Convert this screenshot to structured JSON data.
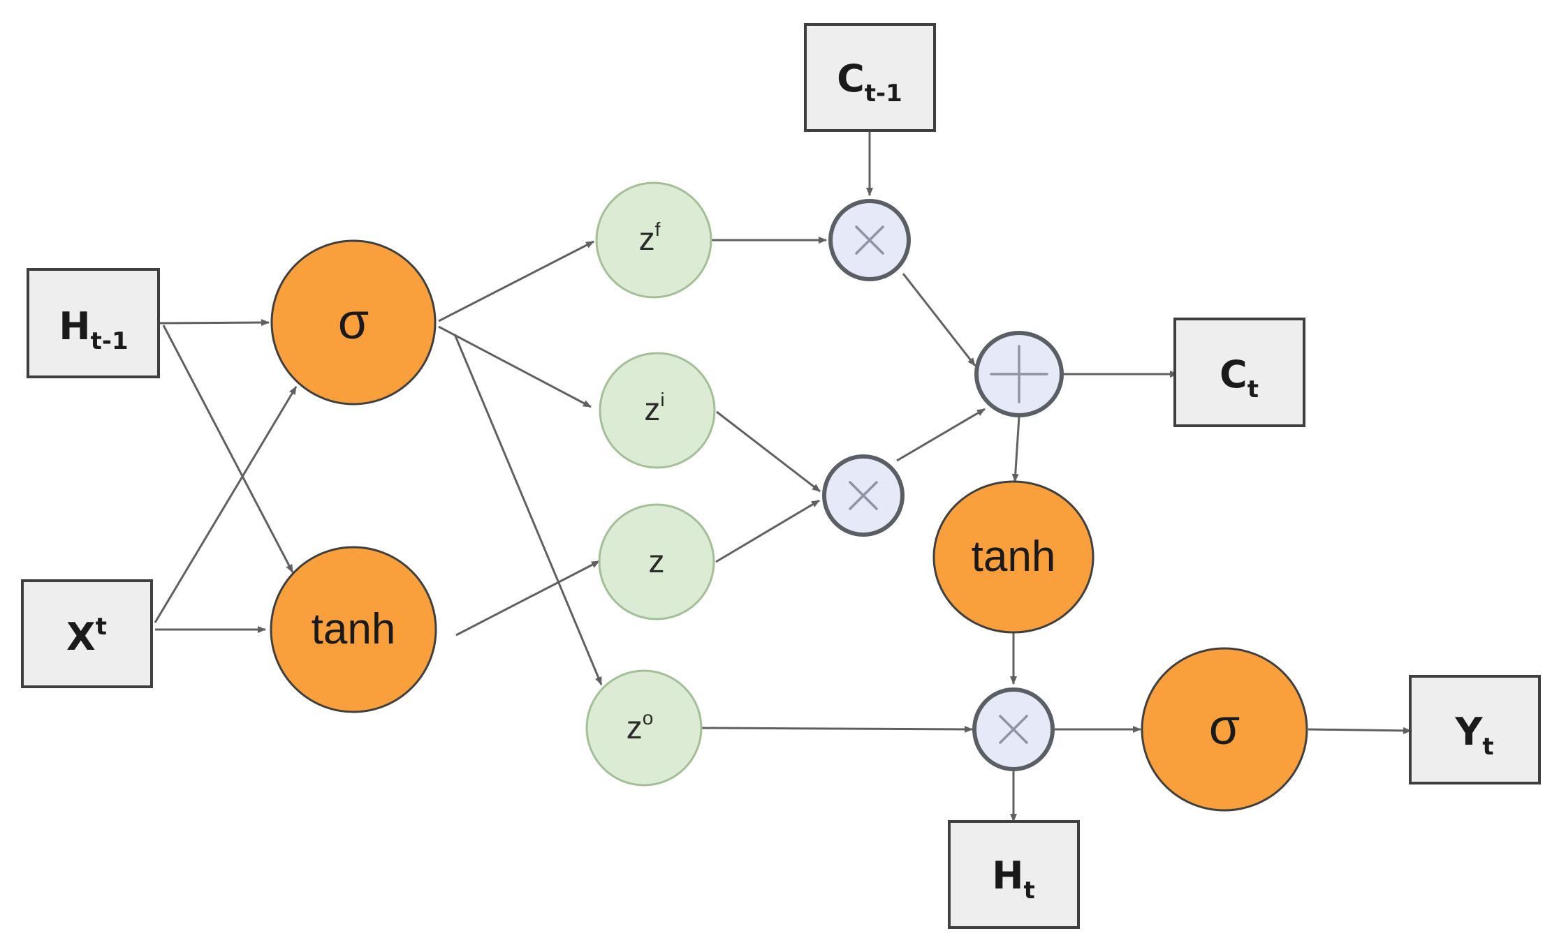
{
  "boxes": {
    "h_prev": {
      "main": "H",
      "sub": "t-1"
    },
    "x_t": {
      "main": "X",
      "sup": "t"
    },
    "c_prev": {
      "main": "C",
      "sub": "t-1"
    },
    "c_t": {
      "main": "C",
      "sub": "t"
    },
    "h_t": {
      "main": "H",
      "sub": "t"
    },
    "y_t": {
      "main": "Y",
      "sub": "t"
    }
  },
  "activations": {
    "sigma_in": "σ",
    "tanh_in": "tanh",
    "tanh_cell": "tanh",
    "sigma_out": "σ"
  },
  "gates": {
    "z_forget": {
      "main": "z",
      "sup": "f"
    },
    "z_input": {
      "main": "z",
      "sup": "i"
    },
    "z_candidate": {
      "main": "z"
    },
    "z_output": {
      "main": "z",
      "sup": "o"
    }
  },
  "operators": {
    "mul_forget": "multiply",
    "add_cell": "add",
    "mul_input": "multiply",
    "mul_output": "multiply"
  },
  "colors": {
    "activation_fill": "#f9a03c",
    "gate_fill": "#dcebd3",
    "operator_fill": "#e5e9f8",
    "box_fill": "#eeeeee"
  }
}
